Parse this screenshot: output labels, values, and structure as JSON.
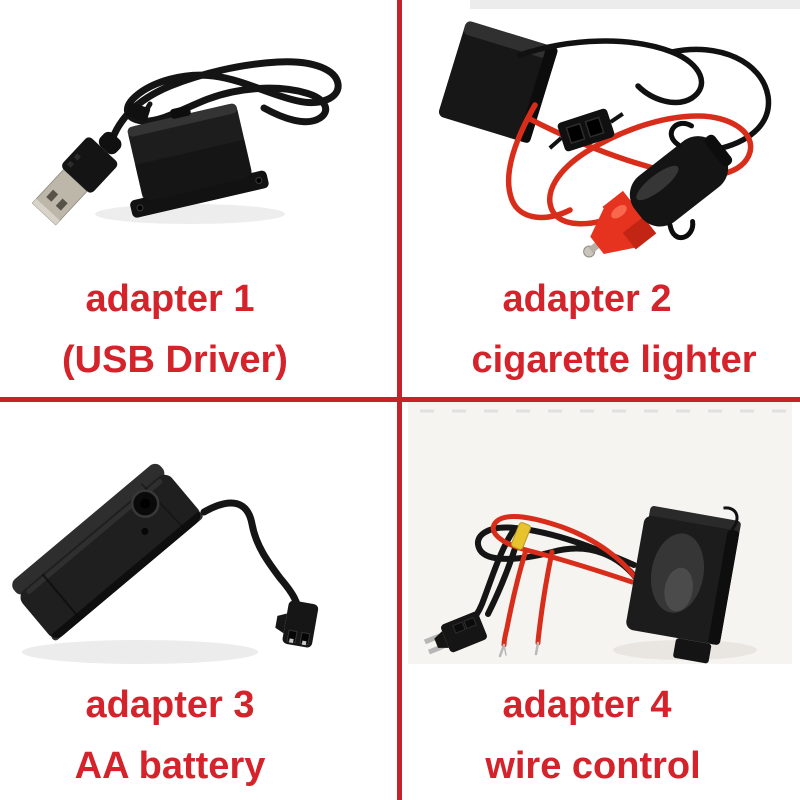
{
  "palette": {
    "label_red": "#d4232a",
    "divider_red": "#c4232b",
    "wire_red": "#d92d1b",
    "plug_red": "#e5331f",
    "tie_yellow": "#e7c42e",
    "device_black": "#1c1c1c",
    "usb_metal": "#bdb7aa"
  },
  "cells": [
    {
      "title": "adapter 1",
      "subtitle": "(USB Driver)",
      "photo": "usb-driver-adapter-photo"
    },
    {
      "title": "adapter 2",
      "subtitle": "cigarette lighter",
      "photo": "cigarette-lighter-adapter-photo"
    },
    {
      "title": "adapter 3",
      "subtitle": "AA battery",
      "photo": "aa-battery-adapter-photo"
    },
    {
      "title": "adapter 4",
      "subtitle": "wire control",
      "photo": "wire-control-adapter-photo"
    }
  ]
}
